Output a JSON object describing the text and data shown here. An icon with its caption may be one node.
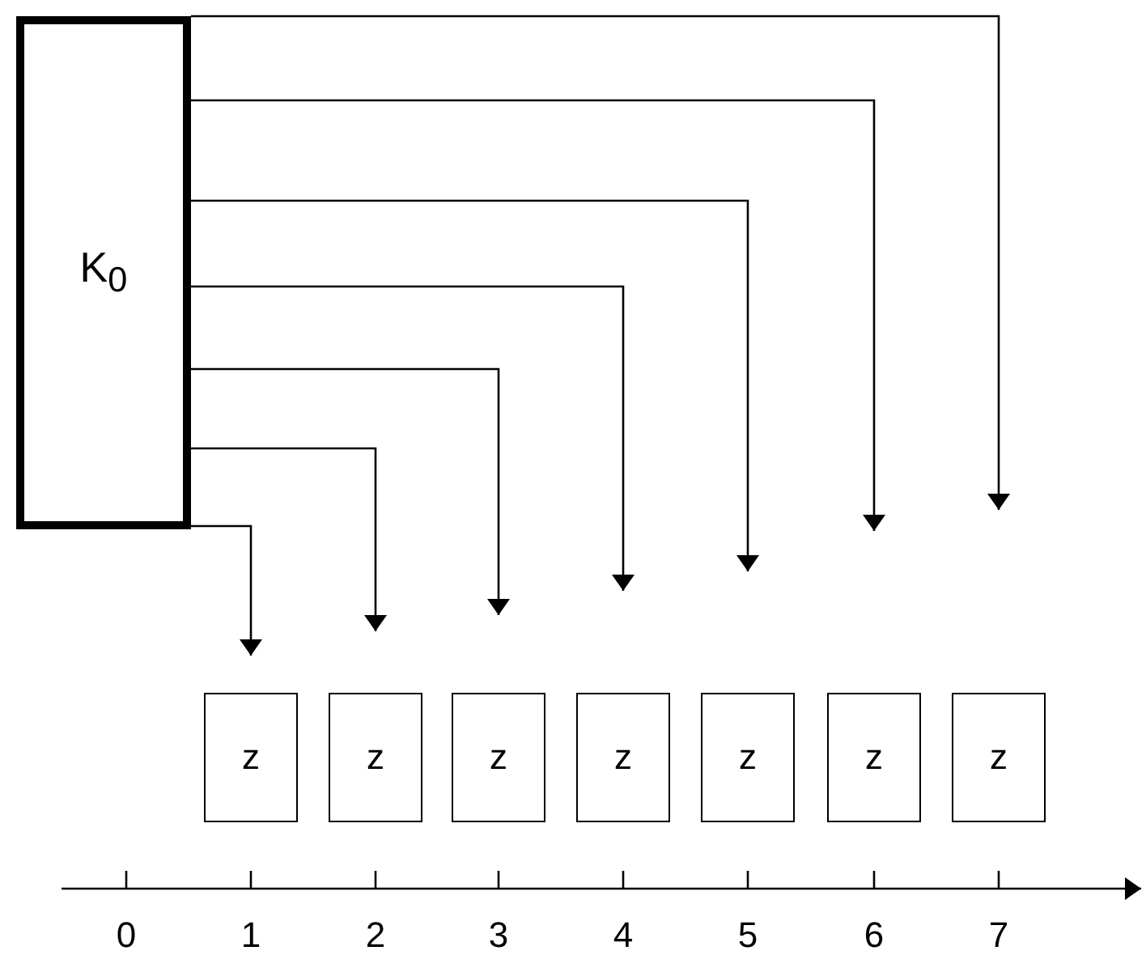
{
  "diagram": {
    "nodes": [
      {
        "text": [
          "K$_{0}$"
        ]
      },
      {
        "text": [
          "z"
        ]
      },
      {
        "text": [
          "z"
        ]
      },
      {
        "text": [
          "z"
        ]
      },
      {
        "text": [
          "z"
        ]
      },
      {
        "text": [
          "z"
        ]
      },
      {
        "text": [
          "z"
        ]
      },
      {
        "text": [
          "z"
        ]
      }
    ],
    "edges": [
      {
        "from": 0,
        "to": null,
        "arrow": "to"
      },
      {
        "from": 0,
        "to": null,
        "arrow": "to"
      },
      {
        "from": 0,
        "to": 5,
        "arrow": "to"
      },
      {
        "from": 0,
        "to": 4,
        "arrow": "to"
      },
      {
        "from": 0,
        "to": 3,
        "arrow": "to"
      },
      {
        "from": 0,
        "to": 2,
        "arrow": "to"
      },
      {
        "from": 0,
        "to": 1,
        "arrow": "to"
      }
    ],
    "labels": [
      "0",
      "1",
      "2",
      "3",
      "4",
      "5",
      "6",
      "7"
    ]
  }
}
